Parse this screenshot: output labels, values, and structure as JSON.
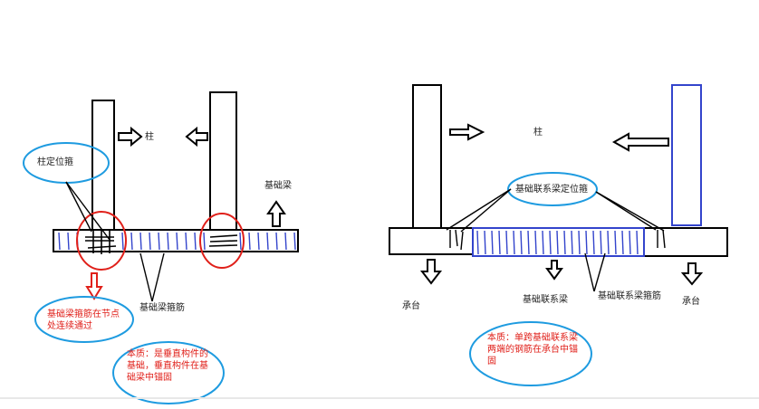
{
  "left": {
    "column_label": "柱",
    "column_stirrup_label": "柱定位箍",
    "beam_label": "基础梁",
    "beam_stirrup_label": "基础梁箍筋",
    "note_red": "基础梁箍筋在节点处连续通过",
    "note_essence": "本质：是垂直构件的基础，垂直构件在基础梁中锚固"
  },
  "right": {
    "column_label": "柱",
    "stirrup_label": "基础联系梁定位箍",
    "cap_left_label": "承台",
    "beam_label": "基础联系梁",
    "beam_stirrup_label": "基础联系梁箍筋",
    "cap_right_label": "承台",
    "note_essence": "本质：单跨基础联系梁两端的钢筋在承台中锚固"
  },
  "colors": {
    "stroke": "#000000",
    "stirrup": "#3344cc",
    "highlight_red": "#e0201a",
    "callout_blue": "#1e9be0",
    "right_column_blue": "#3344cc"
  }
}
